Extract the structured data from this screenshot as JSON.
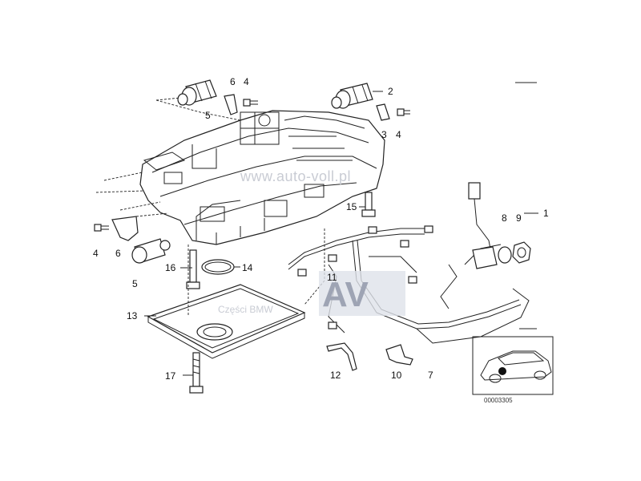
{
  "labels": {
    "p1": "1",
    "p2": "2",
    "p3": "3",
    "p4a": "4",
    "p4b": "4",
    "p4c": "4",
    "p5a": "5",
    "p5b": "5",
    "p6a": "6",
    "p6b": "6",
    "p7": "7",
    "p8": "8",
    "p9": "9",
    "p10": "10",
    "p11": "11",
    "p12": "12",
    "p13": "13",
    "p14": "14",
    "p15": "15",
    "p16": "16",
    "p17": "17"
  },
  "watermark": {
    "site": "www.auto-voll.pl",
    "logo": "AV",
    "caption": "Części BMW"
  },
  "drawing_code": "00003305"
}
